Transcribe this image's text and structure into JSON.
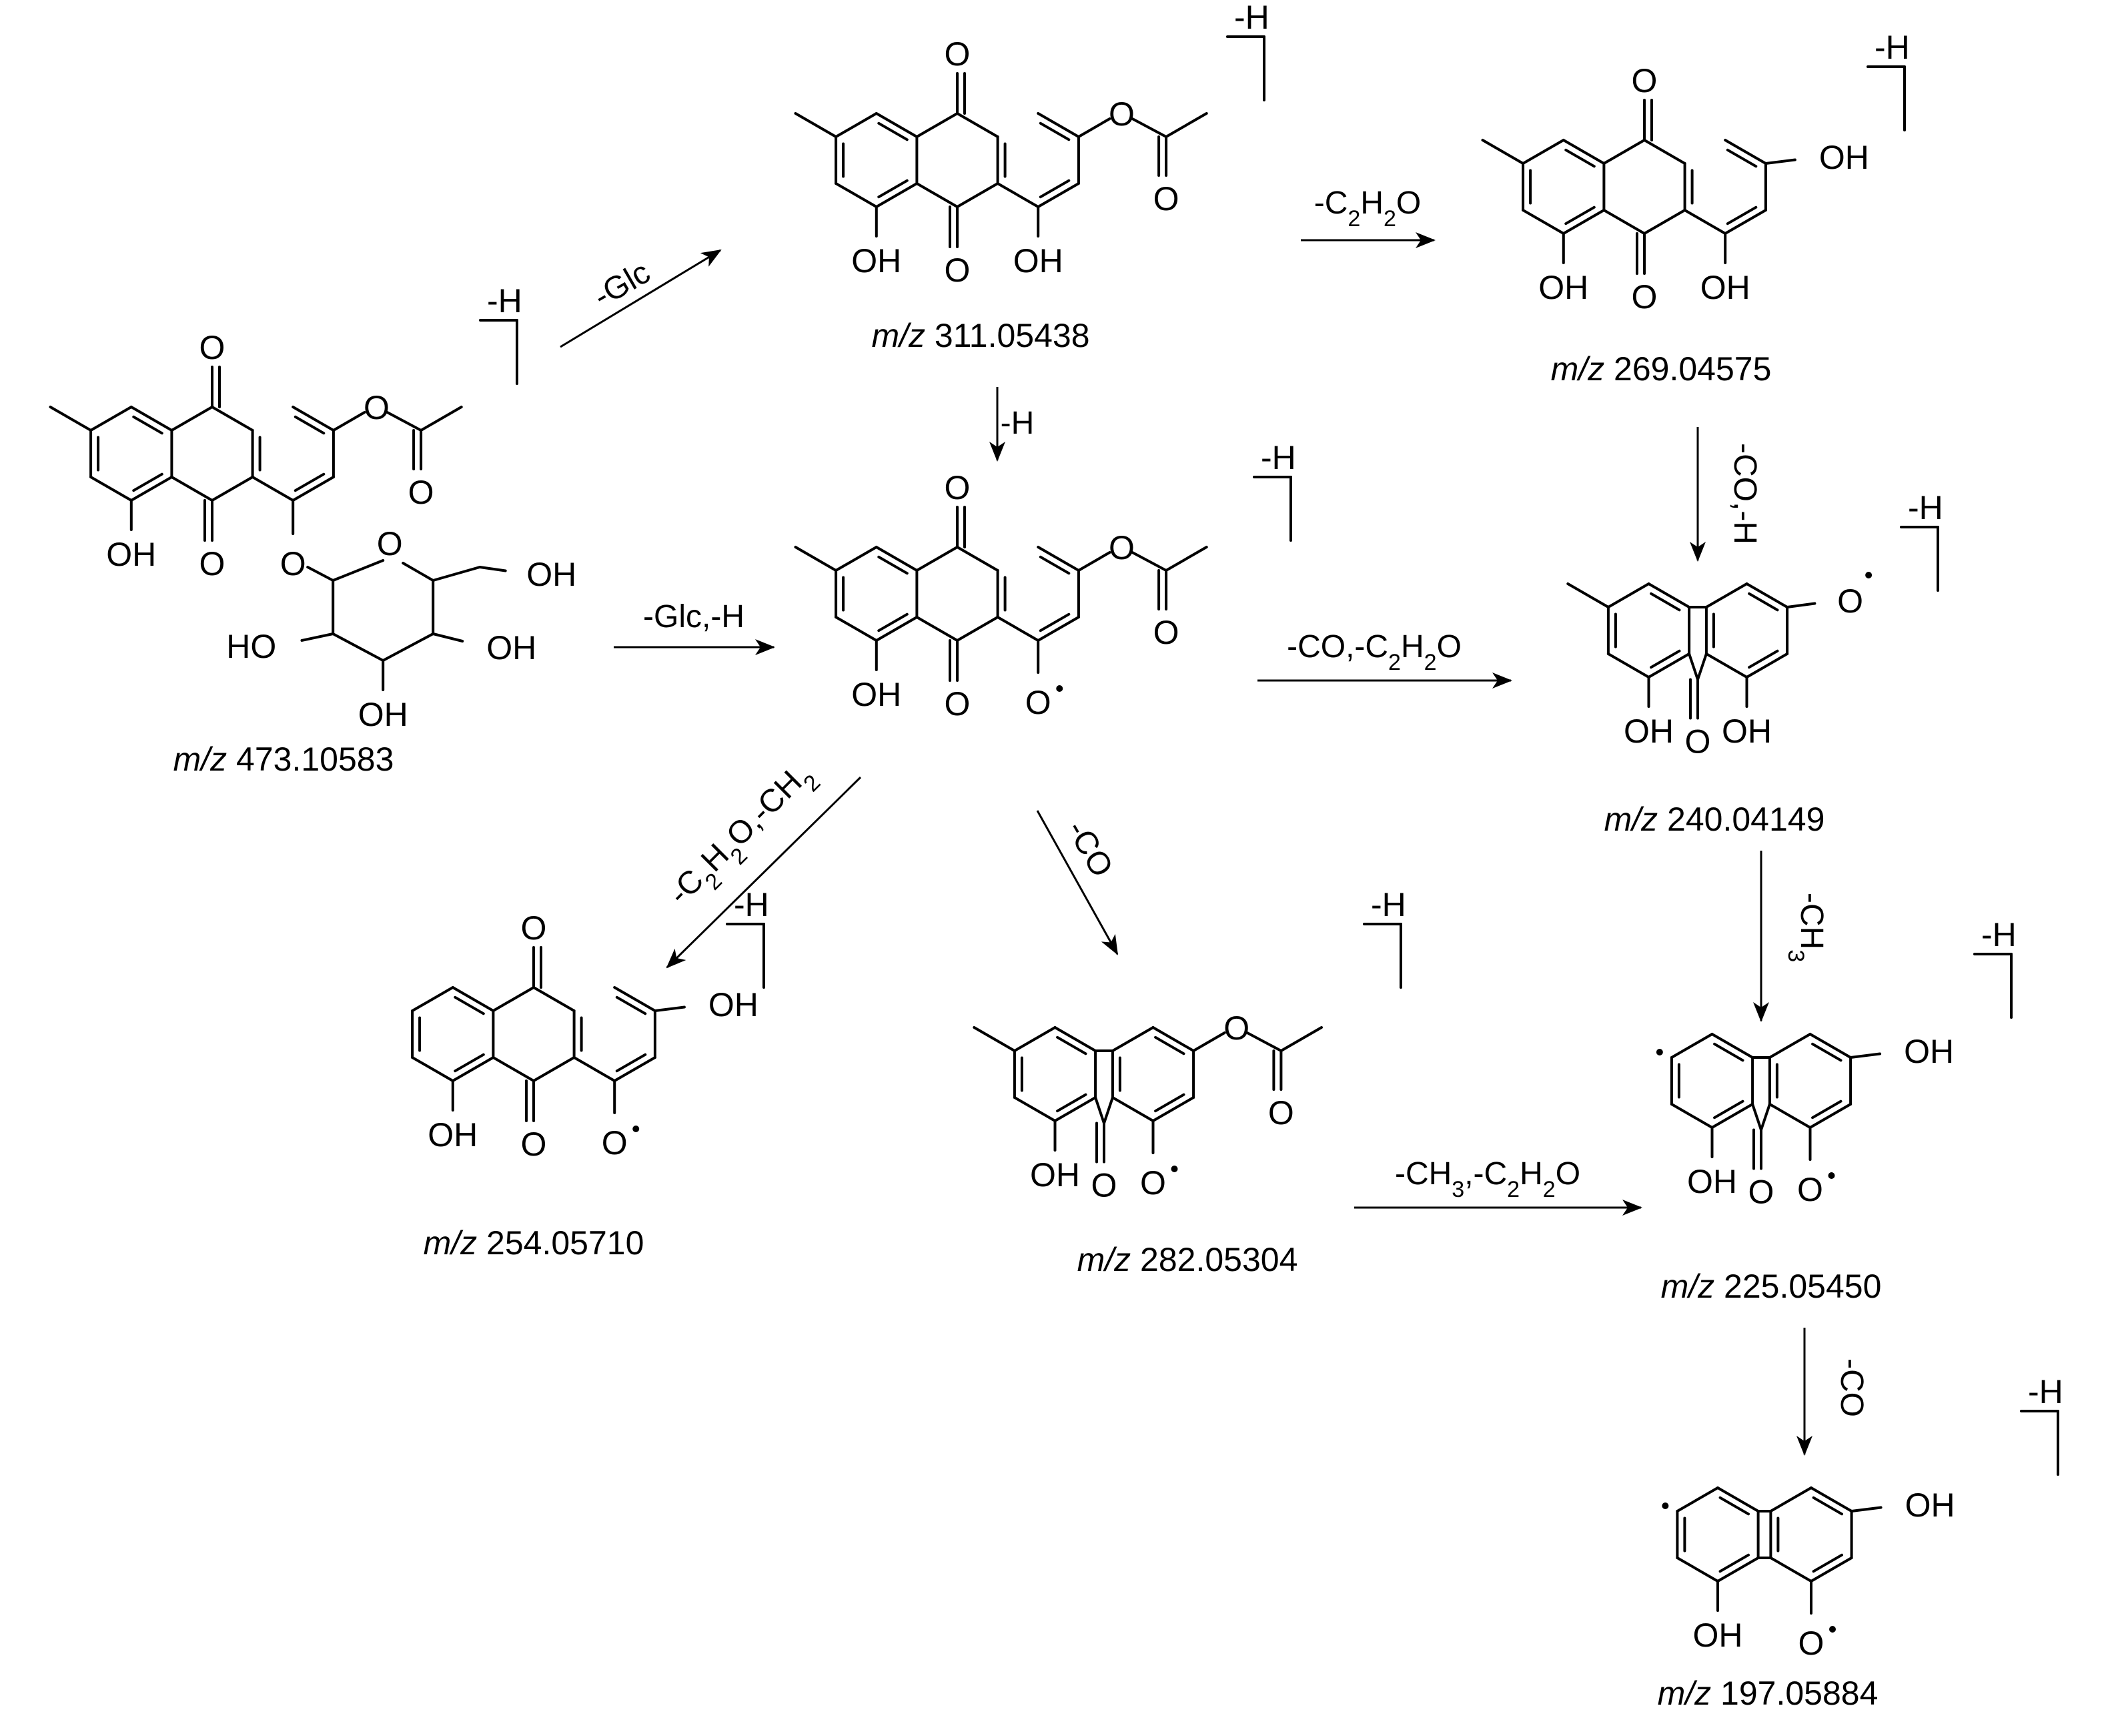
{
  "colors": {
    "ink": "#000000",
    "background": "#ffffff"
  },
  "charge_label": "-H",
  "atoms": {
    "O": "O",
    "OH": "OH",
    "HO": "HO"
  },
  "compounds": [
    {
      "id": "c473",
      "mz_prefix": "m/z",
      "mz_value": "473.10583"
    },
    {
      "id": "c311",
      "mz_prefix": "m/z",
      "mz_value": "311.05438"
    },
    {
      "id": "c269",
      "mz_prefix": "m/z",
      "mz_value": "269.04575"
    },
    {
      "id": "c240",
      "mz_prefix": "m/z",
      "mz_value": "240.04149"
    },
    {
      "id": "c254",
      "mz_prefix": "m/z",
      "mz_value": "254.05710"
    },
    {
      "id": "c282",
      "mz_prefix": "m/z",
      "mz_value": "282.05304"
    },
    {
      "id": "c225",
      "mz_prefix": "m/z",
      "mz_value": "225.05450"
    },
    {
      "id": "c197",
      "mz_prefix": "m/z",
      "mz_value": "197.05884"
    }
  ],
  "transitions": {
    "glc": "-Glc",
    "glc_h": "-Glc,-H",
    "h": "-H",
    "c2h2o": [
      "-C",
      "2",
      "H",
      "2",
      "O"
    ],
    "co_h": "-CO,-H",
    "co_c2h2o": [
      "-CO,-C",
      "2",
      "H",
      "2",
      "O"
    ],
    "c2h2o_ch2": [
      "-C",
      "2",
      "H",
      "2",
      "O,-CH",
      "2"
    ],
    "co": "-CO",
    "ch3": [
      "-CH",
      "3"
    ],
    "ch3_c2h2o": [
      "-CH",
      "3",
      ",-C",
      "2",
      "H",
      "2",
      "O"
    ]
  }
}
